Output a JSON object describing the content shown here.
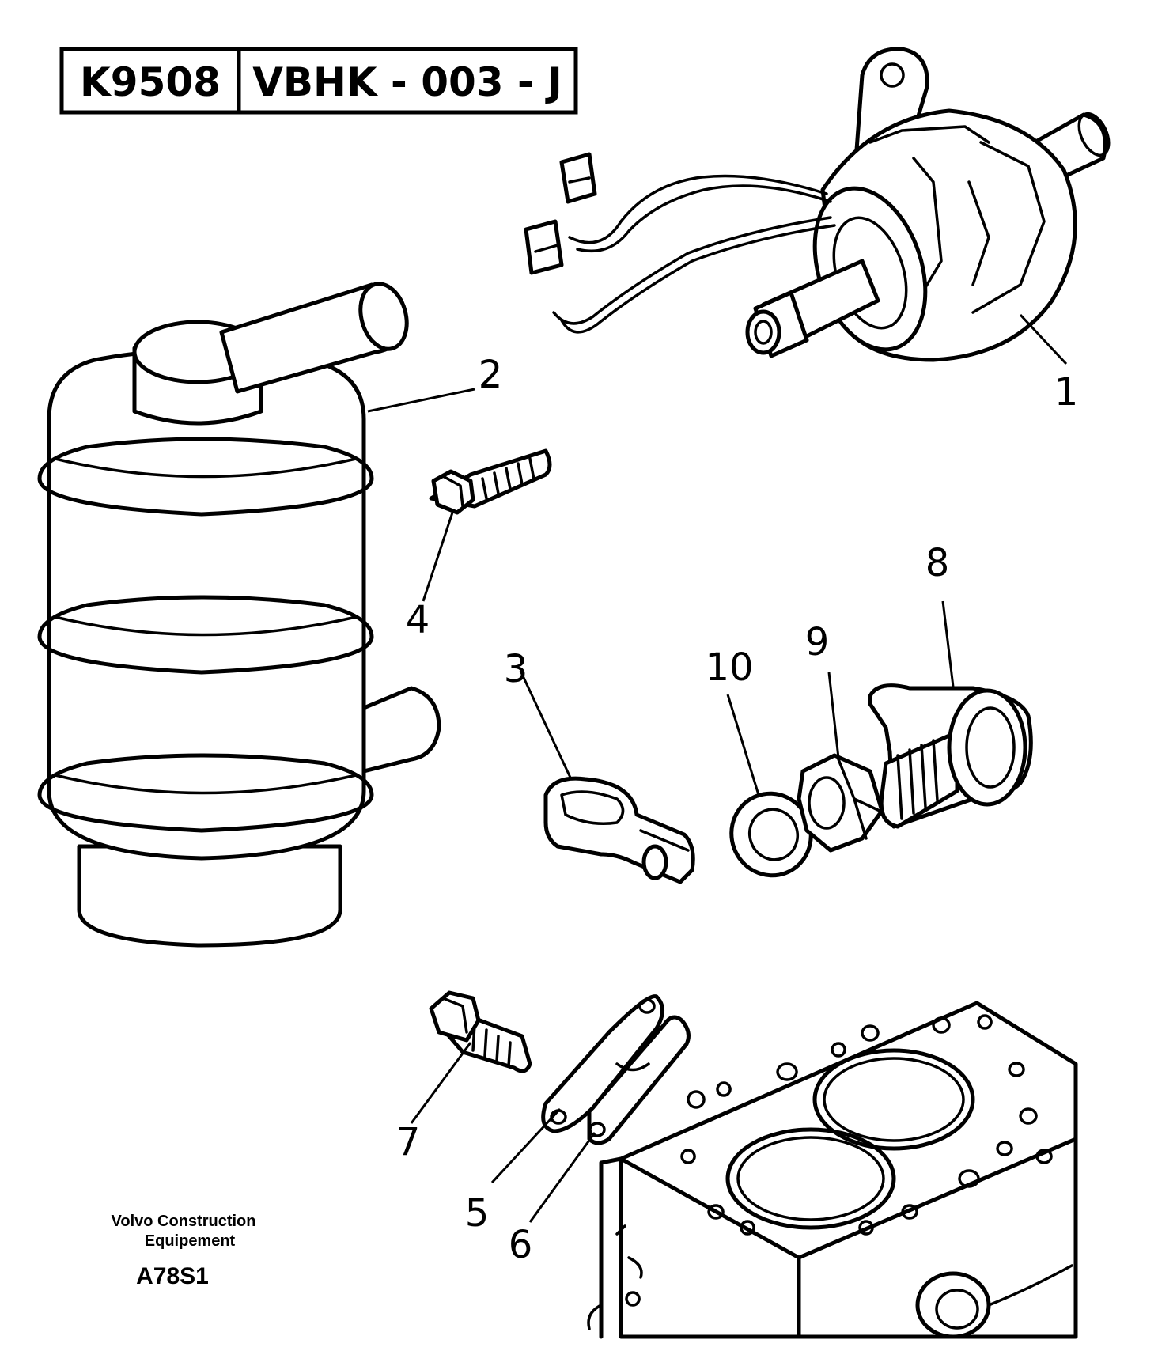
{
  "header": {
    "code": "K9508",
    "ref": "VBHK - 003 - J"
  },
  "footer": {
    "company_line1": "Volvo Construction",
    "company_line2": "Equipement",
    "drawing_id": "A78S1"
  },
  "callouts": [
    "1",
    "2",
    "3",
    "4",
    "5",
    "6",
    "7",
    "8",
    "9",
    "10"
  ]
}
